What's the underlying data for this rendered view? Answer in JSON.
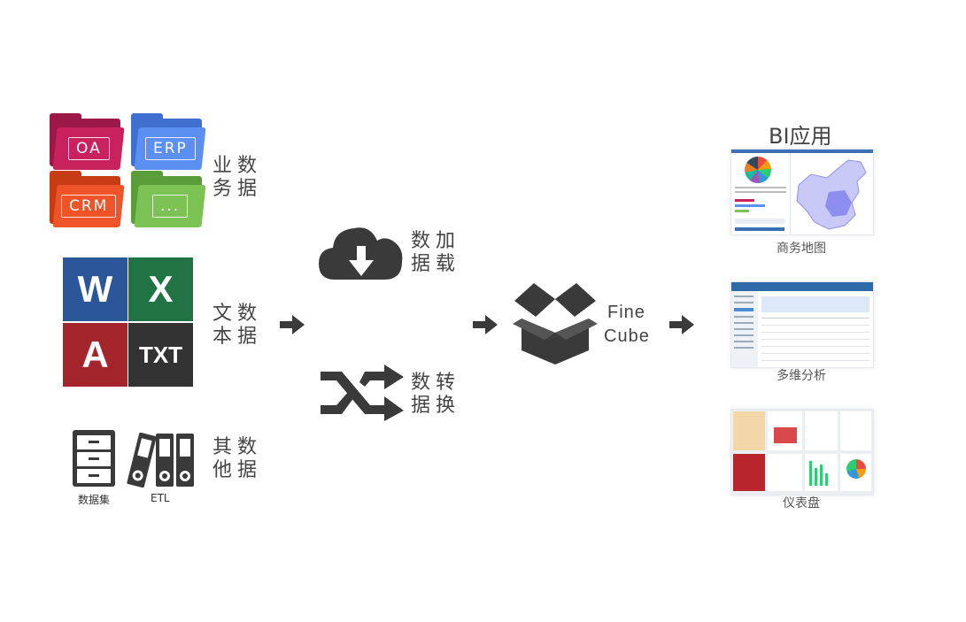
{
  "business_data": {
    "label": "业数务据",
    "label_col1": "业务",
    "label_col2": "数据",
    "folders": [
      {
        "name": "OA",
        "color": "#c8215e"
      },
      {
        "name": "ERP",
        "color": "#5b8ff2"
      },
      {
        "name": "CRM",
        "color": "#ef5328"
      },
      {
        "name": "...",
        "color": "#7cc255"
      }
    ]
  },
  "text_data": {
    "label_col1": "文本",
    "label_col2": "数据",
    "tiles": [
      {
        "text": "W",
        "color": "#2b579a"
      },
      {
        "text": "X",
        "color": "#217346"
      },
      {
        "text": "A",
        "color": "#a4262c"
      },
      {
        "text": "TXT",
        "color": "#333333"
      }
    ]
  },
  "other_data": {
    "label_col1": "其他",
    "label_col2": "数据",
    "dataset_caption": "数据集",
    "etl_caption": "ETL"
  },
  "data_loading": {
    "label_col1": "数据",
    "label_col2": "加载"
  },
  "data_conversion": {
    "label_col1": "数据",
    "label_col2": "转换"
  },
  "cube": {
    "line1": "Fine",
    "line2": "Cube"
  },
  "bi": {
    "title": "BI应用",
    "apps": [
      {
        "caption": "商务地图"
      },
      {
        "caption": "多维分析"
      },
      {
        "caption": "仪表盘"
      }
    ]
  },
  "colors": {
    "icon_dark": "#3a3a3a",
    "map_blue": "#8e8ef0"
  }
}
